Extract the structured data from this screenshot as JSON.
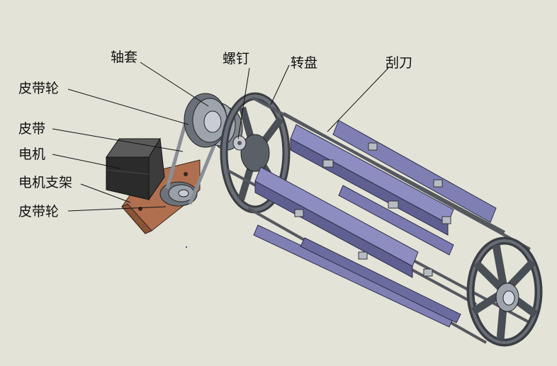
{
  "labels": {
    "sleeve": "轴套",
    "screw": "螺钉",
    "turntable": "转盘",
    "scraper": "刮刀",
    "pulley_top": "皮带轮",
    "belt": "皮带",
    "motor": "电机",
    "motor_bracket": "电机支架",
    "pulley_bottom": "皮带轮"
  },
  "colors": {
    "background": "#e3e3d8",
    "scraper_blade": "#7f7fb4",
    "frame": "#55585e",
    "motor_body": "#2b2b2b",
    "bracket": "#b07050"
  }
}
